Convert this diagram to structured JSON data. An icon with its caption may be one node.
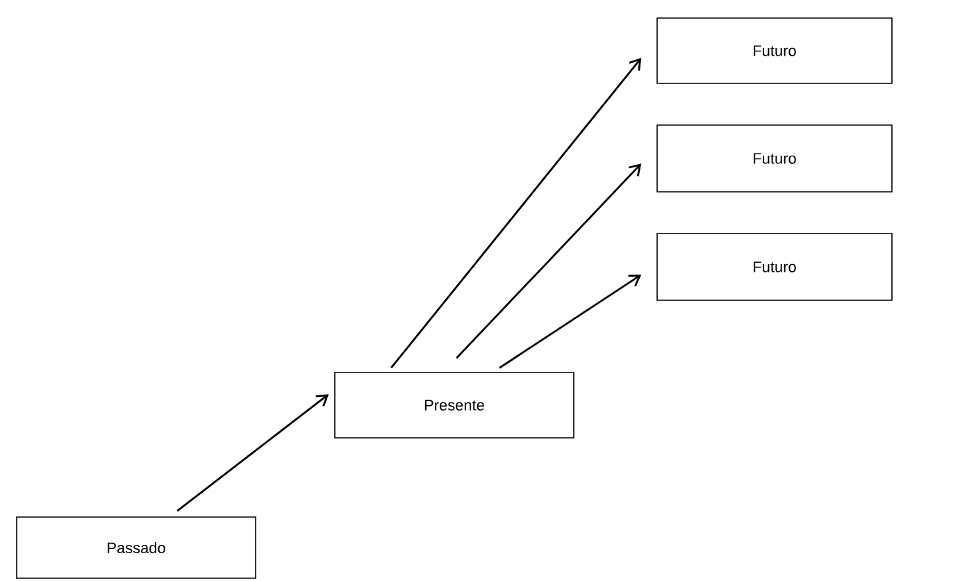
{
  "diagram": {
    "nodes": [
      {
        "text": [
          "Passado"
        ]
      },
      {
        "text": [
          "Presente"
        ]
      },
      {
        "text": [
          "Futuro"
        ]
      },
      {
        "text": [
          "Futuro"
        ]
      },
      {
        "text": [
          "Futuro"
        ]
      }
    ],
    "edges": [
      {
        "from": 0,
        "to": 1,
        "arrow": "to"
      },
      {
        "from": 1,
        "to": 2,
        "arrow": "to"
      },
      {
        "from": 1,
        "to": 3,
        "arrow": "to"
      },
      {
        "from": 1,
        "to": 4,
        "arrow": "to"
      }
    ]
  }
}
